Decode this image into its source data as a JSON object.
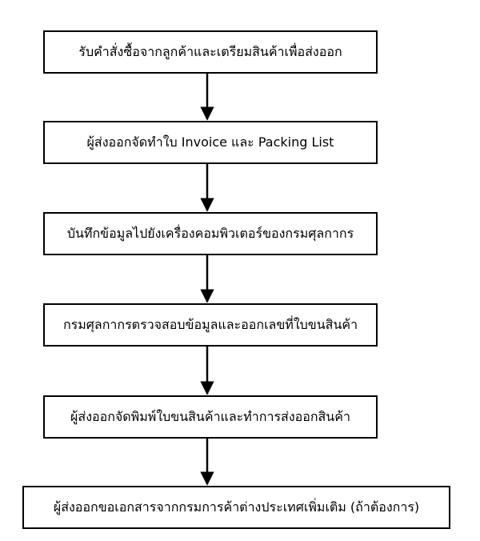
{
  "diagram": {
    "steps": [
      {
        "label": "รับคำสั่งซื้อจากลูกค้าและเตรียมสินค้าเพื่อส่งออก"
      },
      {
        "label": "ผู้ส่งออกจัดทำใบ Invoice และ Packing List"
      },
      {
        "label": "บันทึกข้อมูลไปยังเครื่องคอมพิวเตอร์ของกรมศุลกากร"
      },
      {
        "label": "กรมศุลกากรตรวจสอบข้อมูลและออกเลขที่ใบขนสินค้า"
      },
      {
        "label": "ผู้ส่งออกจัดพิมพ์ใบขนสินค้าและทำการส่งออกสินค้า"
      },
      {
        "label": "ผู้ส่งออกขอเอกสารจากกรมการค้าต่างประเทศเพิ่มเติม (ถ้าต้องการ)"
      }
    ],
    "colors": {
      "border": "#000000",
      "arrow": "#000000",
      "text": "#000000",
      "background": "#ffffff"
    }
  }
}
